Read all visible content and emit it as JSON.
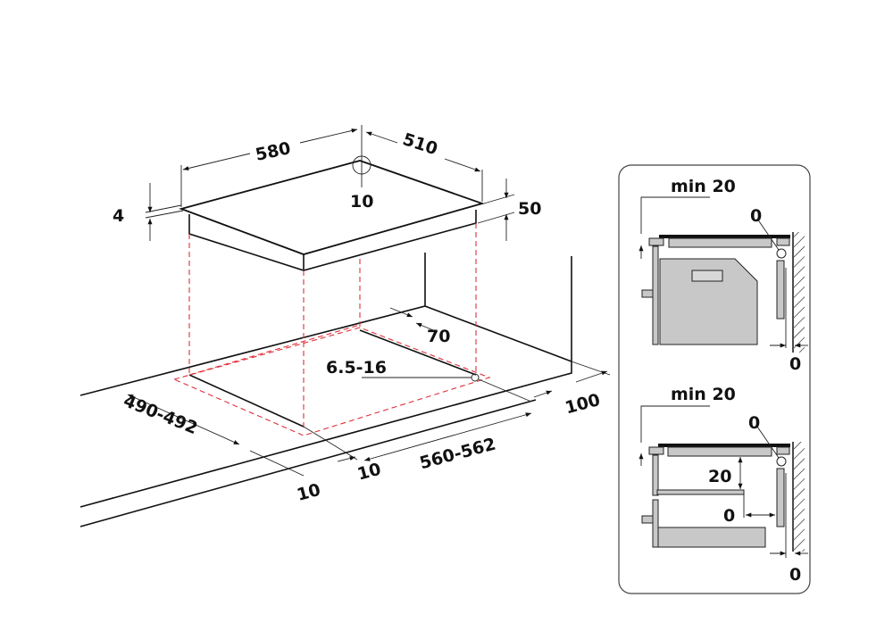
{
  "main_diagram": {
    "hob_width": "580",
    "hob_depth": "510",
    "corner_radius": "10",
    "glass_thickness": "4",
    "hob_height": "50",
    "rear_clearance": "70",
    "worktop_thickness": "6.5-16",
    "cutout_depth": "490-492",
    "cutout_width": "560-562",
    "wall_distance": "100",
    "side_margin_front": "10",
    "side_margin_left": "10"
  },
  "side_panel": {
    "top": {
      "min_label": "min 20",
      "gap_label": "0",
      "wall_label": "0"
    },
    "bottom": {
      "min_label": "min 20",
      "gap_label": "0",
      "shelf_gap": "20",
      "shelf_side_gap": "0",
      "wall_label": "0"
    }
  },
  "colors": {
    "dash": "#e0303a",
    "panel_fill": "#c8c8c8"
  }
}
